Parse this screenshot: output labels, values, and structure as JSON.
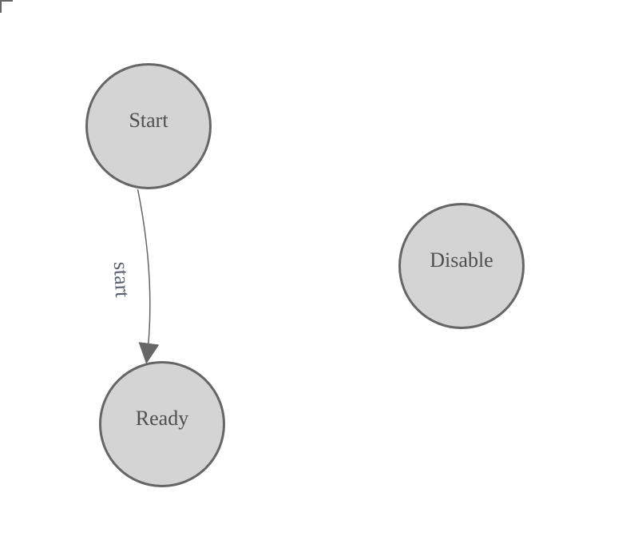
{
  "diagram": {
    "type": "state-machine",
    "nodes": [
      {
        "id": "start",
        "label": "Start"
      },
      {
        "id": "ready",
        "label": "Ready"
      },
      {
        "id": "disable",
        "label": "Disable"
      }
    ],
    "edges": [
      {
        "from": "Start",
        "to": "Ready",
        "label": "start"
      }
    ]
  },
  "colors": {
    "canvas_bg": "#ffffff",
    "node_fill": "#d4d4d4",
    "node_stroke": "#666666",
    "node_text": "#4f4f4f",
    "edge_stroke": "#666666",
    "edge_label_text": "#58606e",
    "corner_mark": "#666666"
  }
}
